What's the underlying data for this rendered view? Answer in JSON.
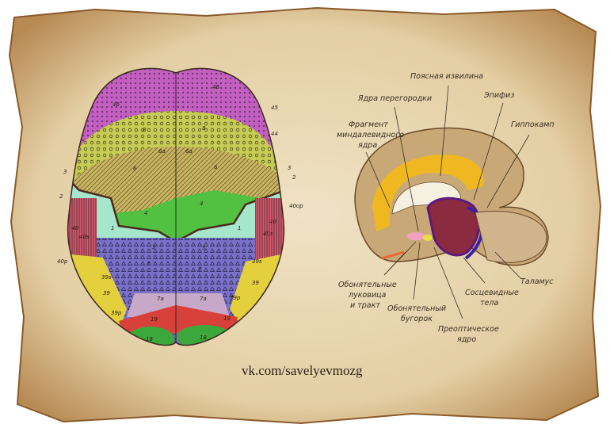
{
  "watermark": "vk.com/savelyevmozg",
  "left_diagram": {
    "area_labels": [
      "46",
      "46",
      "45",
      "44",
      "8",
      "8",
      "6a",
      "6a",
      "6",
      "6",
      "3",
      "3",
      "2",
      "2",
      "4",
      "4",
      "1",
      "1",
      "40",
      "40",
      "40s",
      "40s",
      "40p",
      "40op",
      "5",
      "5",
      "7",
      "7",
      "39s",
      "39s",
      "39",
      "39",
      "39p",
      "39p",
      "7a",
      "7a",
      "19",
      "19",
      "18",
      "18"
    ]
  },
  "right_diagram": {
    "labels": {
      "cingulate": "Поясная извилина",
      "septal": "Ядра перегородки",
      "epiphysis": "Эпифиз",
      "amygdala_1": "Фрагмент",
      "amygdala_2": "миндалевидного",
      "amygdala_3": "ядра",
      "hippocampus": "Гиппокамп",
      "olfactory_bulb_1": "Обонятельные",
      "olfactory_bulb_2": "луковица",
      "olfactory_bulb_3": "и тракт",
      "olfactory_tubercle_1": "Обонятельный",
      "olfactory_tubercle_2": "бугорок",
      "preoptic_1": "Преоптическое",
      "preoptic_2": "ядро",
      "mammillary_1": "Сосцевидные",
      "mammillary_2": "тела",
      "thalamus": "Таламус"
    }
  }
}
